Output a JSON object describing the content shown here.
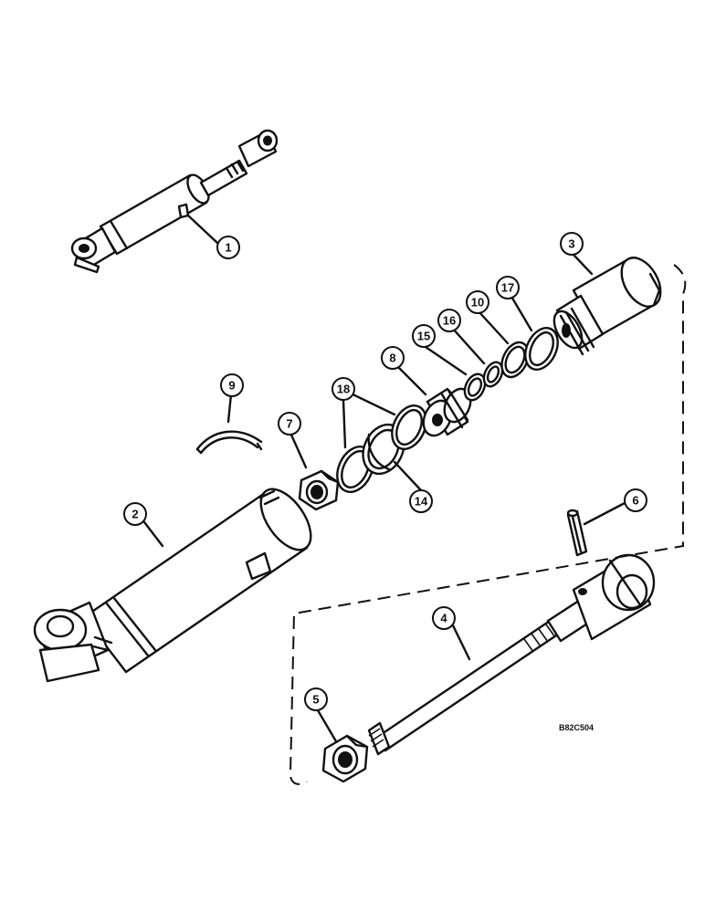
{
  "callouts": [
    "1",
    "2",
    "3",
    "4",
    "5",
    "6",
    "7",
    "8",
    "9",
    "10",
    "14",
    "15",
    "16",
    "17",
    "18"
  ],
  "drawing_code": "B82C504"
}
